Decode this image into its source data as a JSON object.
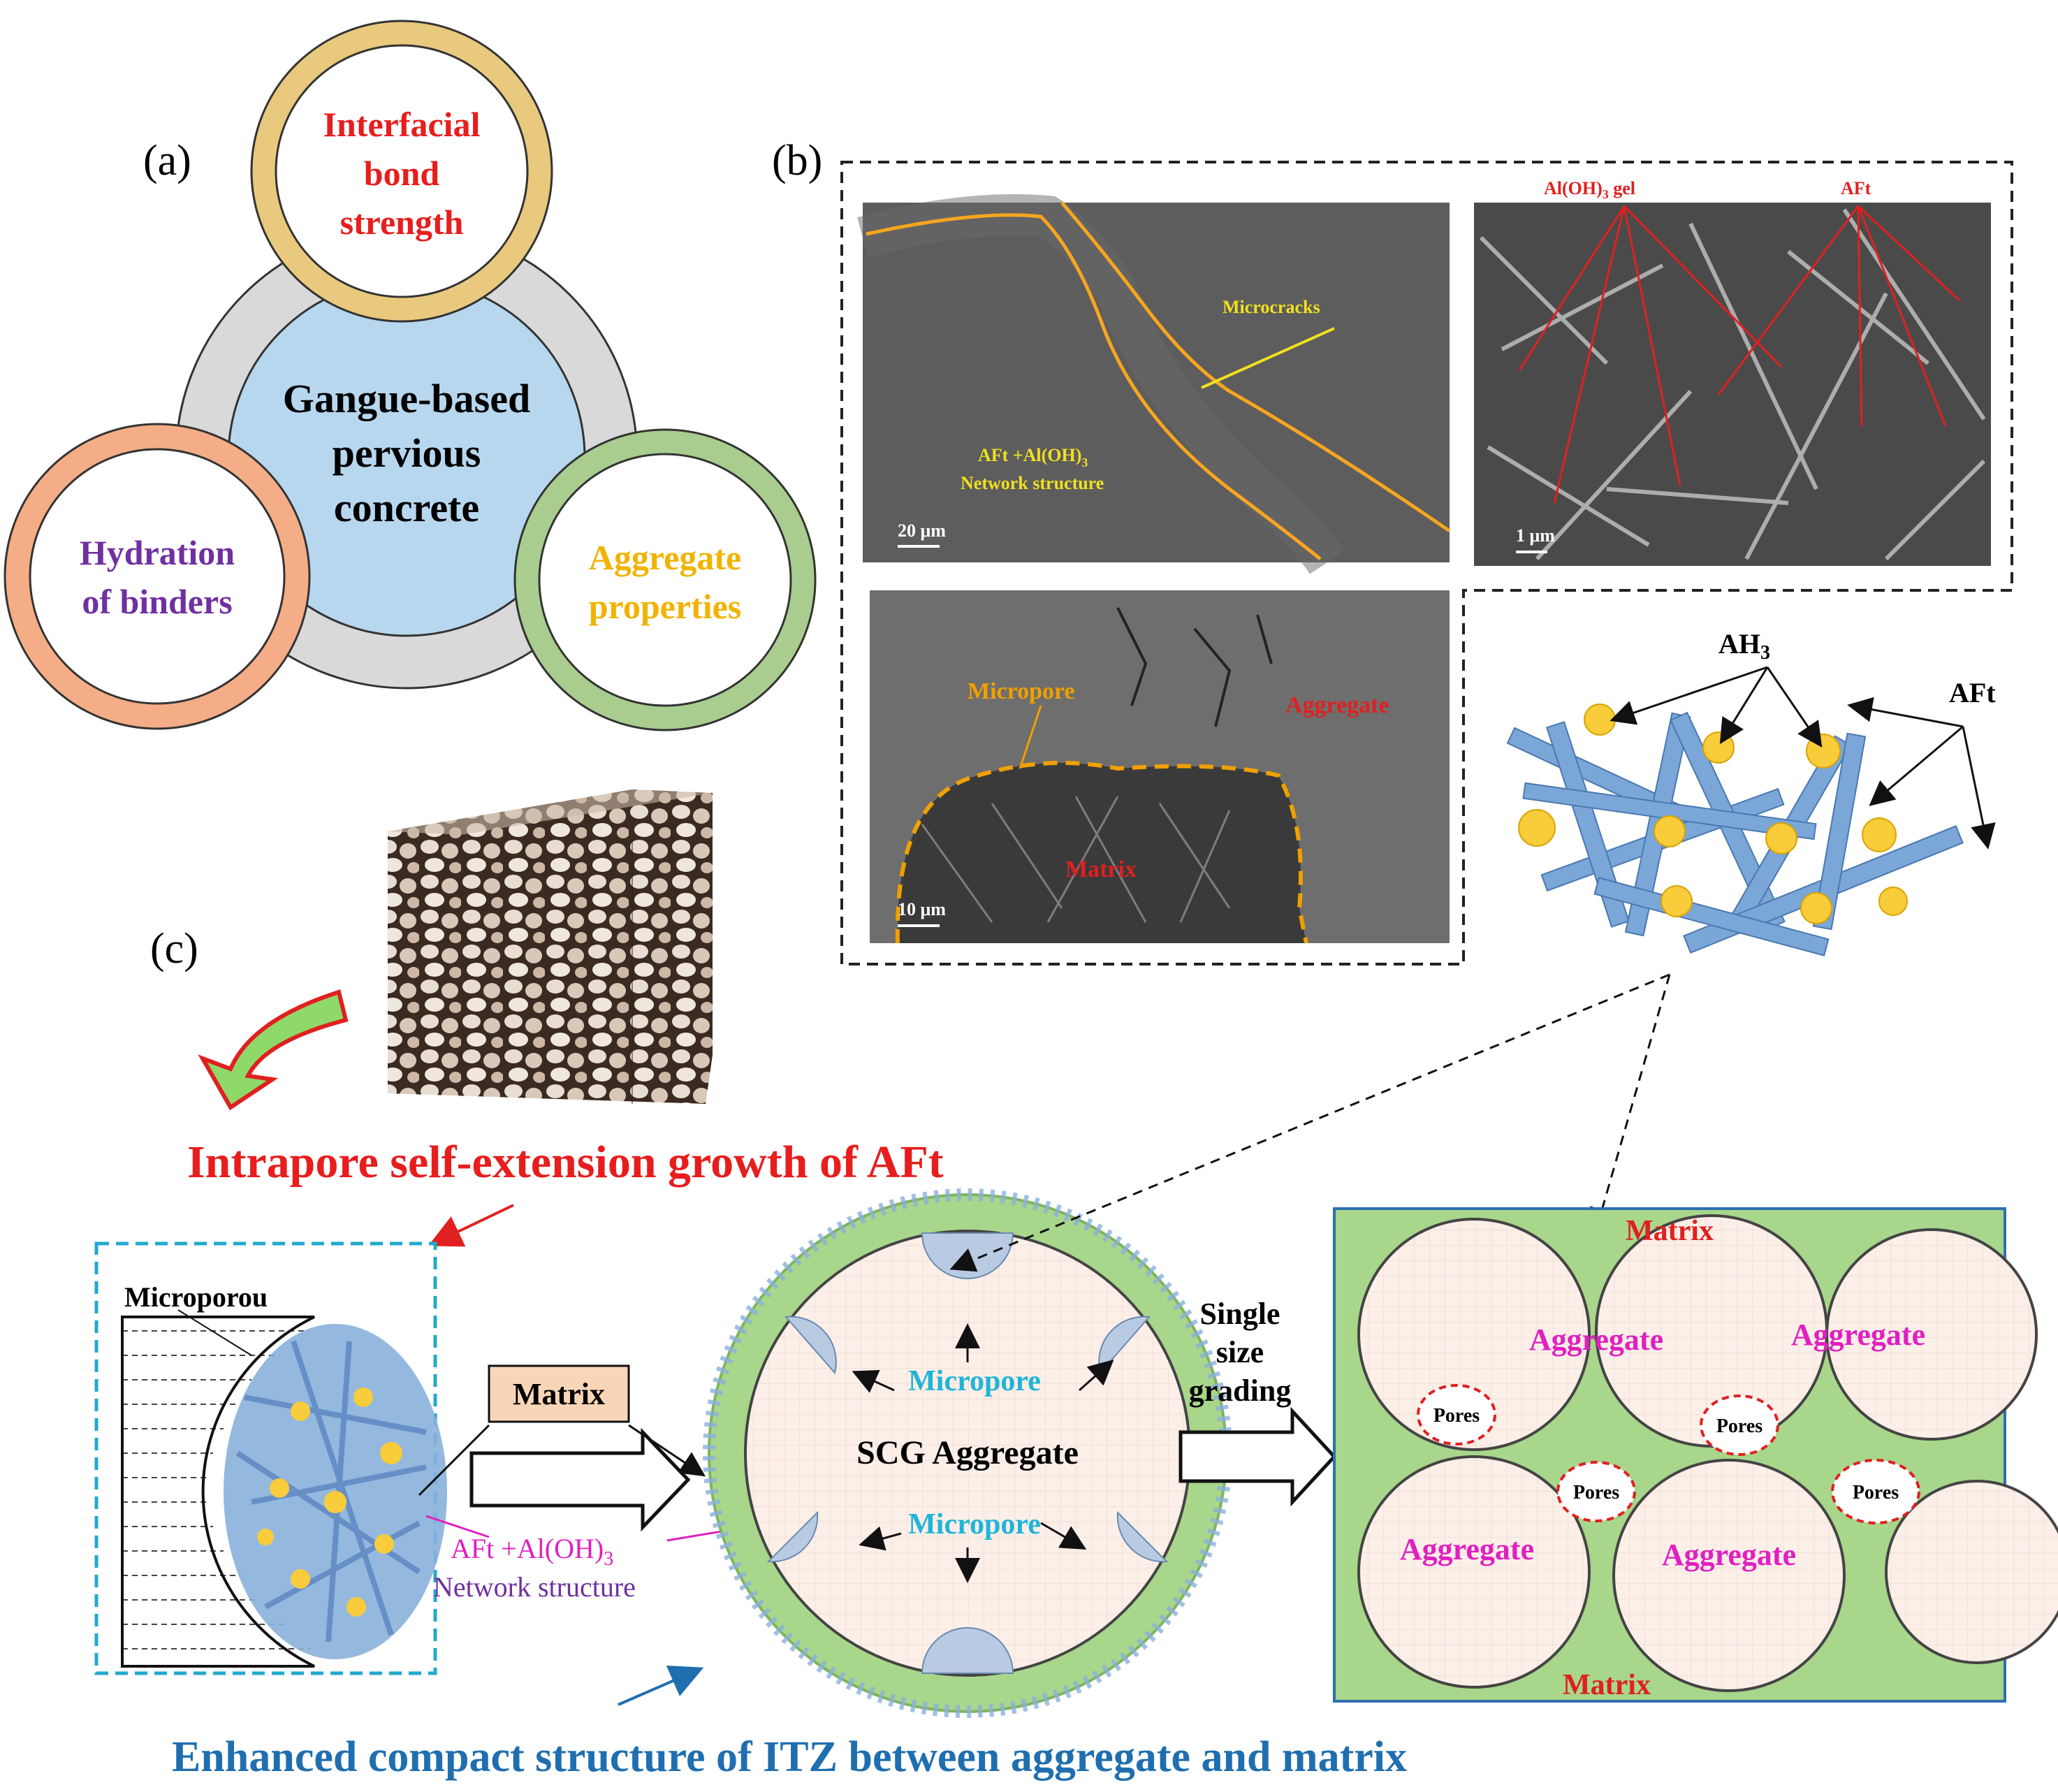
{
  "panel_a": {
    "label": "(a)",
    "center_text": [
      "Gangue-based",
      "pervious",
      "concrete"
    ],
    "top_text": [
      "Interfacial",
      "bond",
      "strength"
    ],
    "left_text": [
      "Hydration",
      "of binders"
    ],
    "right_text": [
      "Aggregate",
      "properties"
    ]
  },
  "panel_b": {
    "label": "(b)",
    "sem1": {
      "microcracks": "Microcracks",
      "network_line1": "AFt +Al(OH)",
      "network_sub": "3",
      "network_line2": "Network structure",
      "scale": "20 μm"
    },
    "sem2": {
      "gel_prefix": "Al(OH)",
      "gel_sub": "3",
      "gel_suffix": " gel",
      "aft": "AFt",
      "scale": "1 μm"
    },
    "sem3": {
      "micropore": "Micropore",
      "aggregate": "Aggregate",
      "matrix": "Matrix",
      "scale": "10 μm"
    },
    "schematic": {
      "ah3_prefix": "AH",
      "ah3_sub": "3",
      "aft": "AFt"
    }
  },
  "panel_c": {
    "label": "(c)",
    "title_red": "Intrapore self-extension growth of AFt",
    "title_blue": "Enhanced compact structure of ITZ between aggregate and matrix",
    "microporous": "Microporou",
    "matrix_box": "Matrix",
    "network_line1": "AFt +Al(OH)",
    "network_sub": "3",
    "network_line2": "Network structure",
    "micropore_top": "Micropore",
    "micropore_bottom": "Micropore",
    "scg": "SCG Aggregate",
    "grading": [
      "Single",
      "size",
      "grading"
    ],
    "grid_matrix_top": "Matrix",
    "grid_matrix_bottom": "Matrix",
    "aggregate": "Aggregate",
    "pores": "Pores"
  }
}
